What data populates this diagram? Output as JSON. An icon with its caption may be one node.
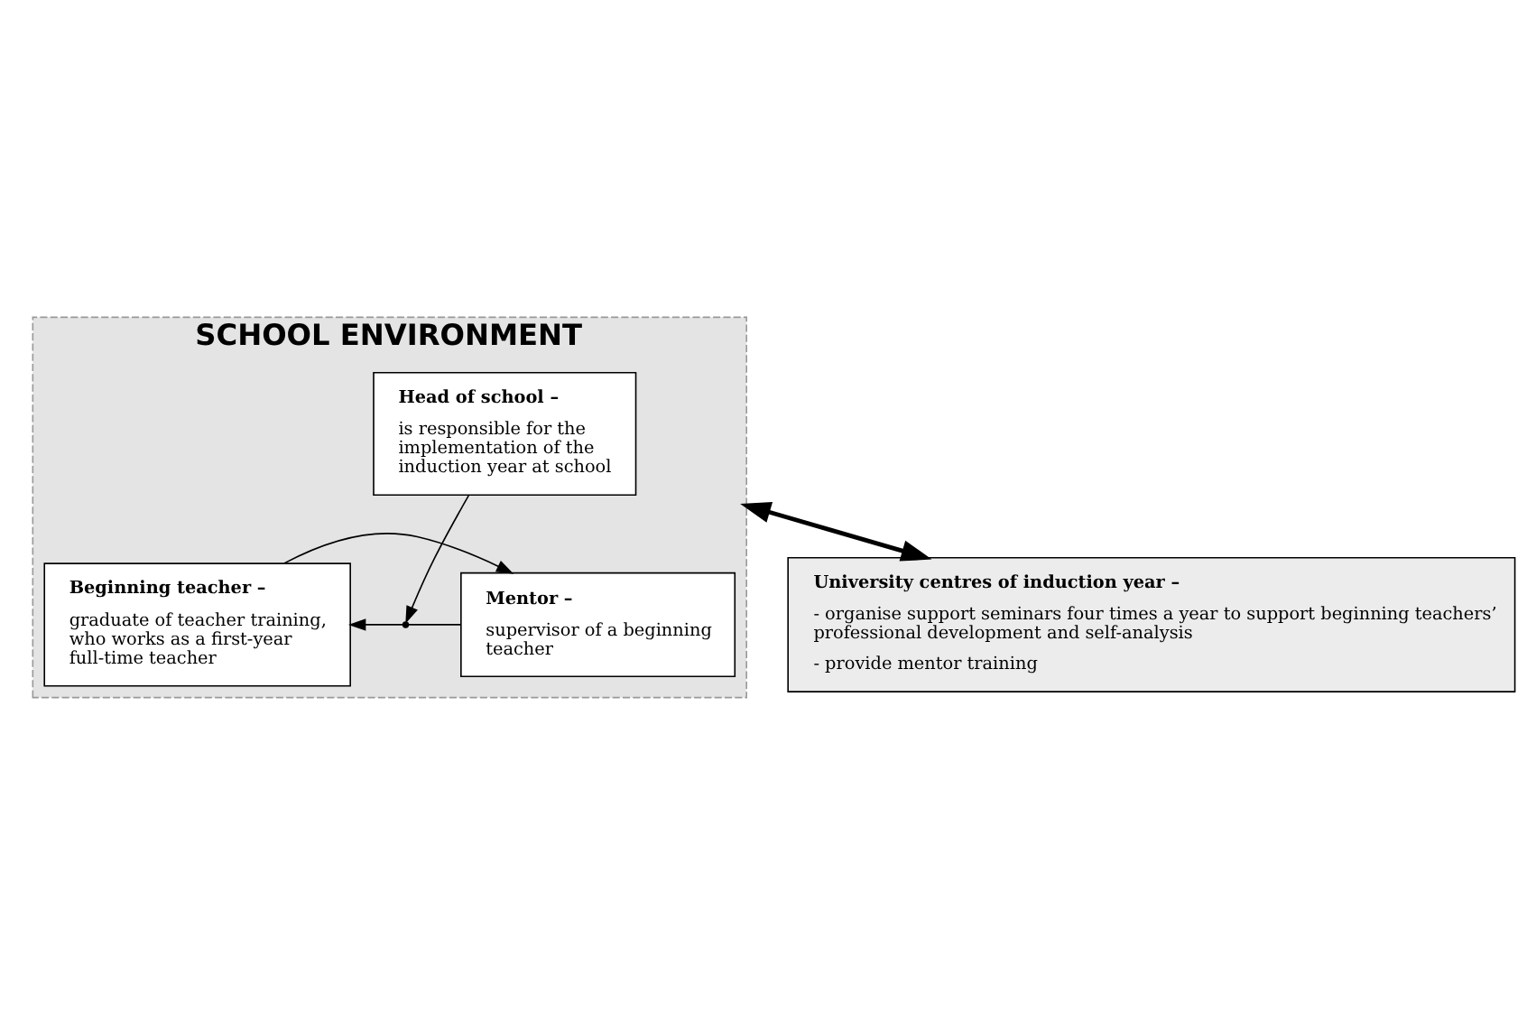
{
  "diagram": {
    "nodes": [
      {
        "text": [
          "SCHOOL ENVIRONMENT"
        ]
      },
      {
        "text": [
          "Head of school –",
          "is responsible for the implementation of the induction year at school"
        ],
        "in": 0
      },
      {
        "text": [
          "Beginning teacher –",
          "graduate of teacher training, who works as a first-year full-time teacher"
        ],
        "in": 0
      },
      {
        "text": [
          "Mentor –",
          "supervisor of a beginning teacher"
        ],
        "in": 0
      },
      {
        "text": [
          "University centres of induction year –",
          "- organise support seminars four times a year to support beginning teachers’ professional development and self-analysis",
          "- provide mentor training"
        ]
      }
    ],
    "edges": [
      {
        "from": 1,
        "to": null,
        "arrow": "to"
      },
      {
        "from": 2,
        "to": 3,
        "arrow": "to"
      },
      {
        "from": 3,
        "to": 2,
        "arrow": "to"
      },
      {
        "from": 0,
        "to": 4,
        "arrow": "both",
        "style": "thick"
      }
    ]
  }
}
